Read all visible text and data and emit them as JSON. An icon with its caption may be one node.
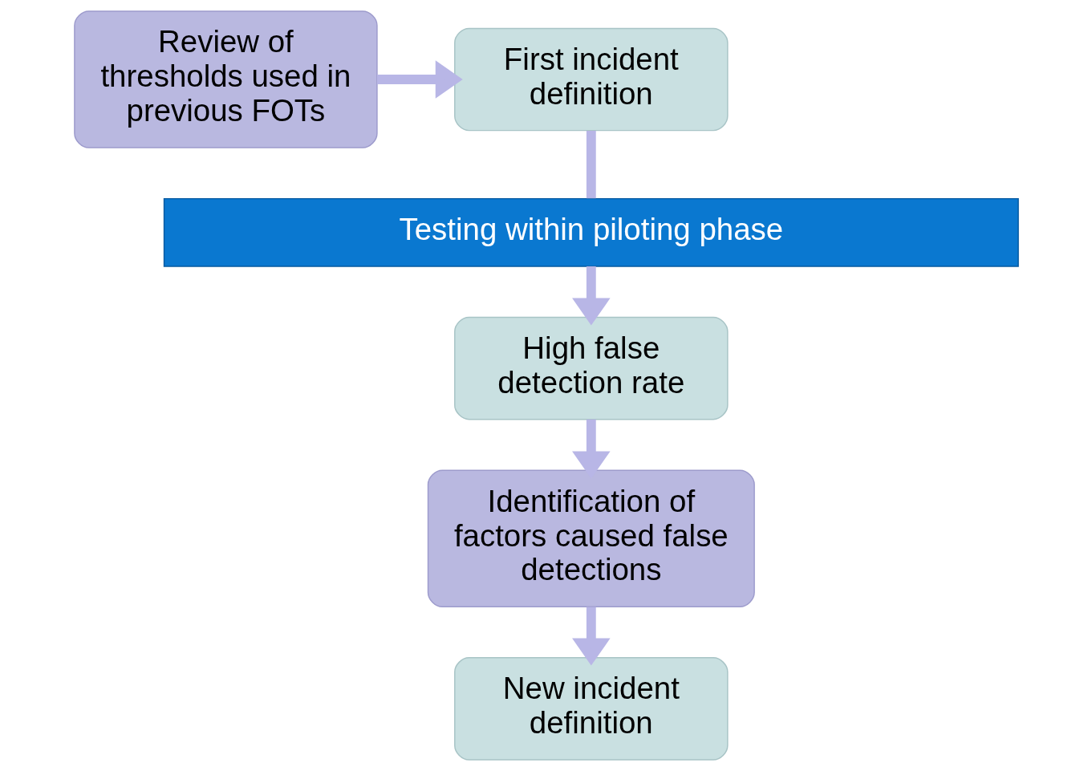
{
  "diagram": {
    "nodes": [
      {
        "text": [
          "Review of thresholds used in previous FOTs"
        ]
      },
      {
        "text": [
          "First incident definition"
        ]
      },
      {
        "text": [
          "Testing within piloting phase"
        ]
      },
      {
        "text": [
          "High false detection rate"
        ]
      },
      {
        "text": [
          "Identification of factors caused false detections"
        ]
      },
      {
        "text": [
          "New incident definition"
        ]
      }
    ],
    "edges": [
      {
        "from": 0,
        "to": 1,
        "arrow": "to"
      },
      {
        "from": 1,
        "to": 2,
        "arrow": "none"
      },
      {
        "from": 2,
        "to": 3,
        "arrow": "to"
      },
      {
        "from": 3,
        "to": 4,
        "arrow": "to"
      },
      {
        "from": 4,
        "to": 5,
        "arrow": "to"
      }
    ]
  }
}
